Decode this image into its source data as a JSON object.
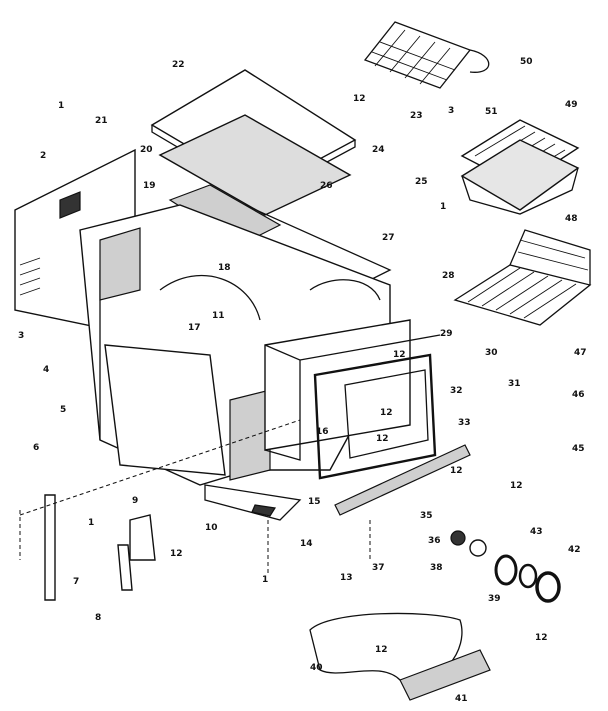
{
  "callouts": [
    "1",
    "2",
    "3",
    "4",
    "5",
    "6",
    "7",
    "8",
    "9",
    "10",
    "11",
    "12",
    "13",
    "14",
    "15",
    "16",
    "17",
    "18",
    "19",
    "20",
    "21",
    "22",
    "23",
    "24",
    "25",
    "26",
    "27",
    "28",
    "29",
    "30",
    "31",
    "32",
    "33",
    "35",
    "36",
    "37",
    "38",
    "39",
    "40",
    "41",
    "42",
    "43",
    "45",
    "46",
    "47",
    "48",
    "49",
    "50",
    "51"
  ]
}
